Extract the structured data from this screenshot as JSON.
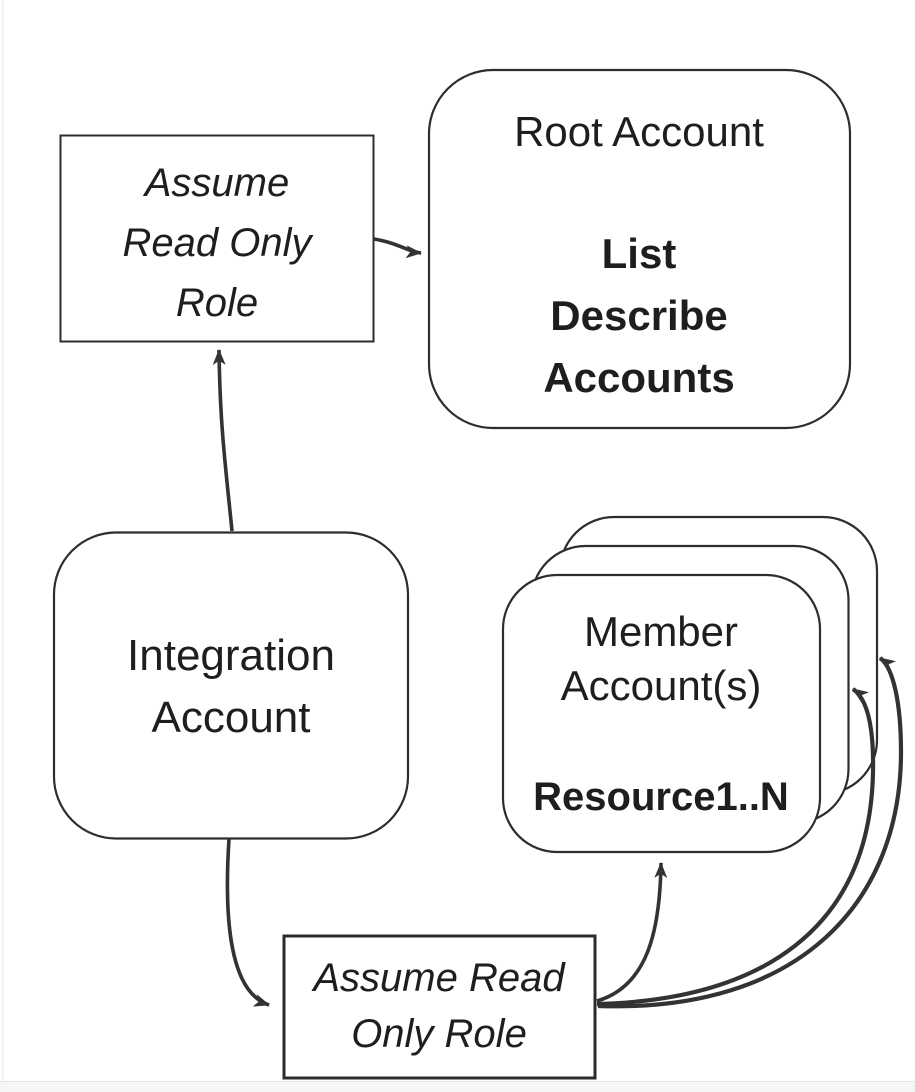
{
  "diagram": {
    "colors": {
      "accent_blue": "#3a41b3",
      "accent_green": "#17a287",
      "line": "#333333",
      "text": "#1e1e1e"
    },
    "nodes": {
      "assume_role_top": {
        "shape": "rectangle",
        "lines": [
          "Assume",
          "Read Only",
          "Role"
        ]
      },
      "root_account": {
        "shape": "rounded-rectangle",
        "title": "Root Account",
        "actions": [
          "List",
          "Describe",
          "Accounts"
        ]
      },
      "integration_account": {
        "shape": "rounded-rectangle",
        "lines": [
          "Integration",
          "Account"
        ]
      },
      "member_accounts": {
        "shape": "rounded-rectangle-stack",
        "stack_count": 3,
        "lines": [
          "Member",
          "Account(s)"
        ],
        "resource_label": "Resource1..N"
      },
      "assume_role_bottom": {
        "shape": "rectangle",
        "lines": [
          "Assume Read",
          "Only Role"
        ]
      }
    },
    "edges": [
      {
        "from": "assume_role_top",
        "to": "root_account"
      },
      {
        "from": "integration_account",
        "to": "assume_role_top"
      },
      {
        "from": "integration_account",
        "to": "assume_role_bottom"
      },
      {
        "from": "assume_role_bottom",
        "to": "member_accounts_front"
      },
      {
        "from": "assume_role_bottom",
        "to": "member_accounts_middle"
      },
      {
        "from": "assume_role_bottom",
        "to": "member_accounts_back"
      }
    ]
  }
}
